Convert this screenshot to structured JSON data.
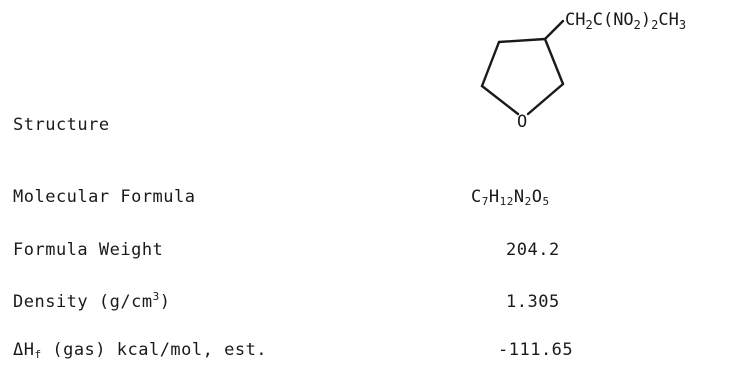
{
  "rows": {
    "structure": {
      "label": "Structure"
    },
    "molecular_formula": {
      "label": "Molecular Formula",
      "value": {
        "c": "C",
        "c_n": "7",
        "h": "H",
        "h_n": "12",
        "n": "N",
        "n_n": "2",
        "o": "O",
        "o_n": "5"
      }
    },
    "formula_weight": {
      "label": "Formula Weight",
      "value": "204.2"
    },
    "density": {
      "label_main": "Density (g/cm",
      "label_sup": "3",
      "label_end": ")",
      "value": "1.305"
    },
    "enthalpy": {
      "label_delta": "ΔH",
      "label_sub": "f",
      "label_rest": " (gas) kcal/mol, est.",
      "value": "-111.65"
    }
  },
  "structure": {
    "substituent": {
      "p1": "CH",
      "p1_sub": "2",
      "p2": "C(NO",
      "p2_sub": "2",
      "p3": ")",
      "p3_sub": "2",
      "p4": "CH",
      "p4_sub": "3"
    },
    "ring_atom": "O"
  }
}
